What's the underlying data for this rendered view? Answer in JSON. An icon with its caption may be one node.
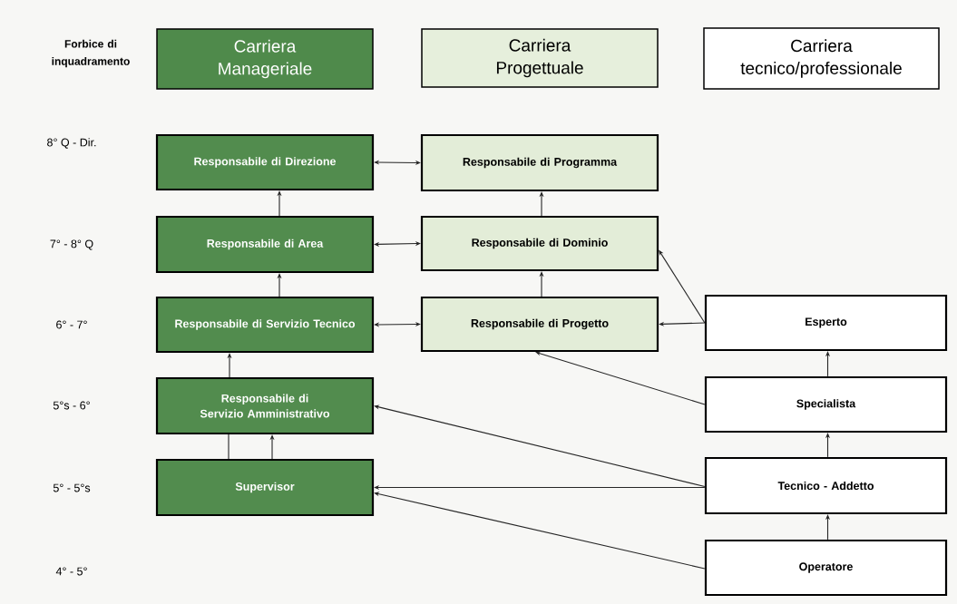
{
  "diagram": {
    "nodes": [
      {
        "text": [
          "Carriera Manageriale"
        ]
      },
      {
        "text": [
          "Carriera Progettuale"
        ]
      },
      {
        "text": [
          "Carriera tecnico/professionale"
        ]
      },
      {
        "text": [
          "Responsabile di Direzione"
        ]
      },
      {
        "text": [
          "Responsabile di Programma"
        ]
      },
      {
        "text": [
          "Responsabile di Area"
        ]
      },
      {
        "text": [
          "Responsabile di Dominio"
        ]
      },
      {
        "text": [
          "Responsabile di Servizio Tecnico"
        ]
      },
      {
        "text": [
          "Responsabile di Progetto"
        ]
      },
      {
        "text": [
          "Esperto"
        ]
      },
      {
        "text": [
          "Responsabile di Servizio Amministrativo"
        ]
      },
      {
        "text": [
          "Specialista"
        ]
      },
      {
        "text": [
          "Supervisor"
        ]
      },
      {
        "text": [
          "Tecnico - Addetto"
        ]
      },
      {
        "text": [
          "Operatore"
        ]
      }
    ],
    "edges": [
      {
        "from": 3,
        "to": 4,
        "arrow": "both"
      },
      {
        "from": 5,
        "to": 6,
        "arrow": "both"
      },
      {
        "from": 7,
        "to": 8,
        "arrow": "both"
      },
      {
        "from": 5,
        "to": 3,
        "arrow": "to"
      },
      {
        "from": 7,
        "to": 5,
        "arrow": "to"
      },
      {
        "from": 10,
        "to": 7,
        "arrow": "to"
      },
      {
        "from": 12,
        "to": 10,
        "arrow": "to"
      },
      {
        "from": 12,
        "to": 10,
        "arrow": "none"
      },
      {
        "from": 6,
        "to": 4,
        "arrow": "to"
      },
      {
        "from": 8,
        "to": 6,
        "arrow": "to"
      },
      {
        "from": 9,
        "to": 6,
        "arrow": "to"
      },
      {
        "from": 9,
        "to": 8,
        "arrow": "to"
      },
      {
        "from": 11,
        "to": 8,
        "arrow": "to"
      },
      {
        "from": 13,
        "to": 10,
        "arrow": "to"
      },
      {
        "from": 13,
        "to": 12,
        "arrow": "to"
      },
      {
        "from": 14,
        "to": 12,
        "arrow": "to"
      },
      {
        "from": 11,
        "to": 9,
        "arrow": "to"
      },
      {
        "from": 13,
        "to": 11,
        "arrow": "to"
      },
      {
        "from": 14,
        "to": 13,
        "arrow": "to"
      }
    ],
    "labels": [
      "Forbice di inquadramento",
      "8° Q  -  Dir.",
      "7°  -  8° Q",
      "6°  -  7°",
      "5°s  -  6°",
      "5°  -  5°s",
      "4°  -  5°"
    ]
  }
}
